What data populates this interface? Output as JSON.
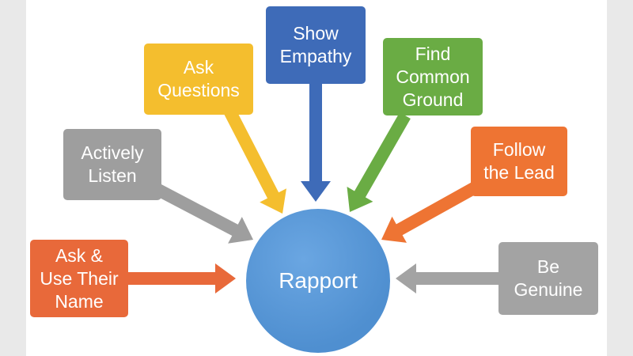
{
  "diagram": {
    "center": {
      "label": "Rapport",
      "fill": "#4f8fd0"
    },
    "nodes": [
      {
        "id": "ask-use-name",
        "label": "Ask &\nUse Their\nName",
        "fill": "#e8693a"
      },
      {
        "id": "actively-listen",
        "label": "Actively\nListen",
        "fill": "#9e9e9e"
      },
      {
        "id": "ask-questions",
        "label": "Ask\nQuestions",
        "fill": "#f4be2e"
      },
      {
        "id": "show-empathy",
        "label": "Show\nEmpathy",
        "fill": "#3e6bb8"
      },
      {
        "id": "find-common-ground",
        "label": "Find\nCommon\nGround",
        "fill": "#6aac44"
      },
      {
        "id": "follow-the-lead",
        "label": "Follow\nthe Lead",
        "fill": "#ee7433"
      },
      {
        "id": "be-genuine",
        "label": "Be\nGenuine",
        "fill": "#a3a3a3"
      }
    ]
  }
}
